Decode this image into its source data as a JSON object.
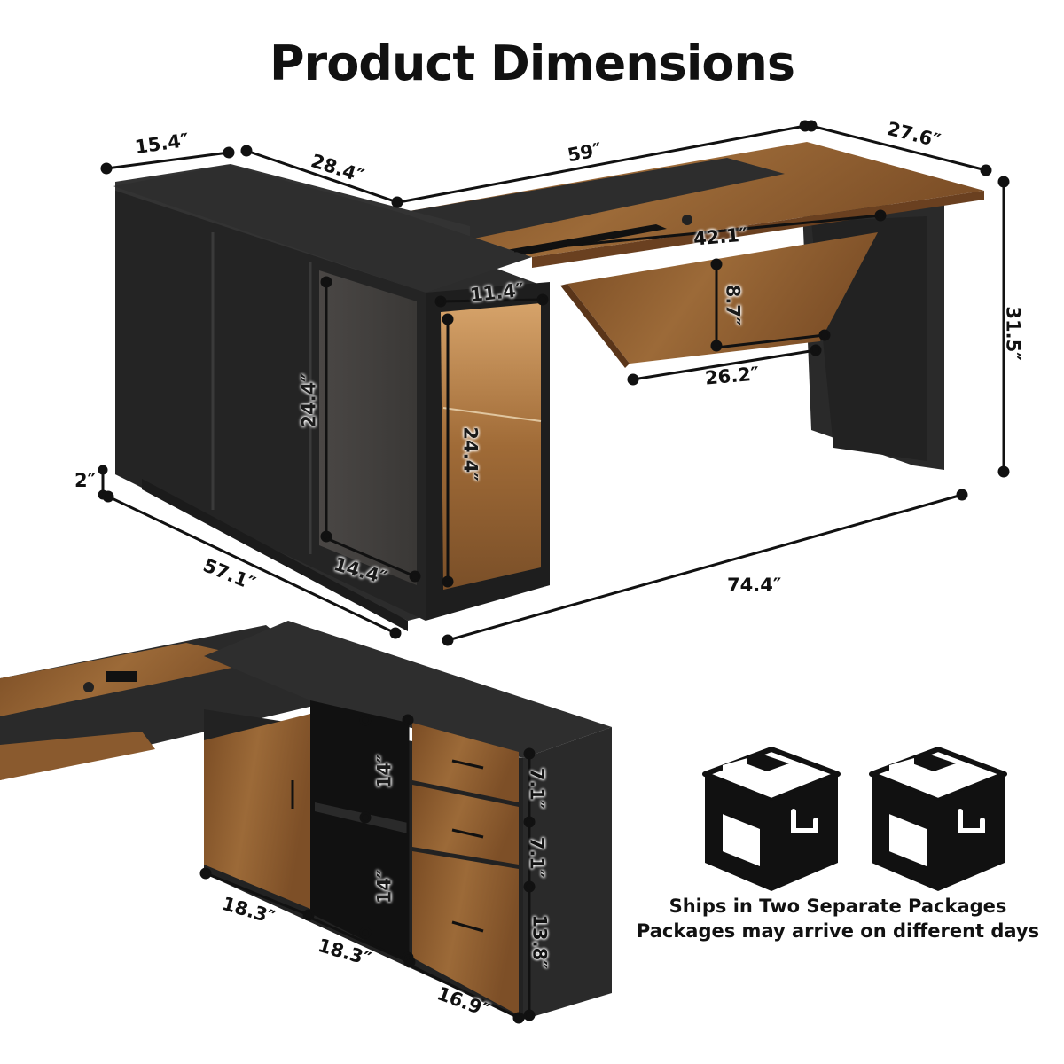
{
  "title": "Product Dimensions",
  "dimensions": {
    "side_depth": "15.4″",
    "return_width": "28.4″",
    "desk_length": "59″",
    "desk_depth": "27.6″",
    "outlet_tray": "42.1″",
    "shelf_depth": "11.4″",
    "panel_height": "8.7″",
    "panel_width": "26.2″",
    "total_height": "31.5″",
    "base_height": "2″",
    "glass_door_height": "24.4″",
    "open_shelf_height": "24.4″",
    "cabinet_length": "57.1″",
    "glass_door_width": "14.4″",
    "total_length": "74.4″",
    "cubby_upper": "14″",
    "cubby_lower": "14″",
    "drawer_top": "7.1″",
    "drawer_middle": "7.1″",
    "drawer_bottom": "13.8″",
    "door_width": "18.3″",
    "cubby_width": "18.3″",
    "drawer_depth": "16.9″"
  },
  "shipping": {
    "line1": "Ships in Two Separate Packages",
    "line2": "Packages may arrive on different days"
  },
  "colors": {
    "wood": "#8a5a2e",
    "wood_light": "#a9743f",
    "black": "#2b2b2b",
    "black_dark": "#1c1c1c"
  },
  "icons": [
    "package-box-icon",
    "package-box-icon"
  ]
}
